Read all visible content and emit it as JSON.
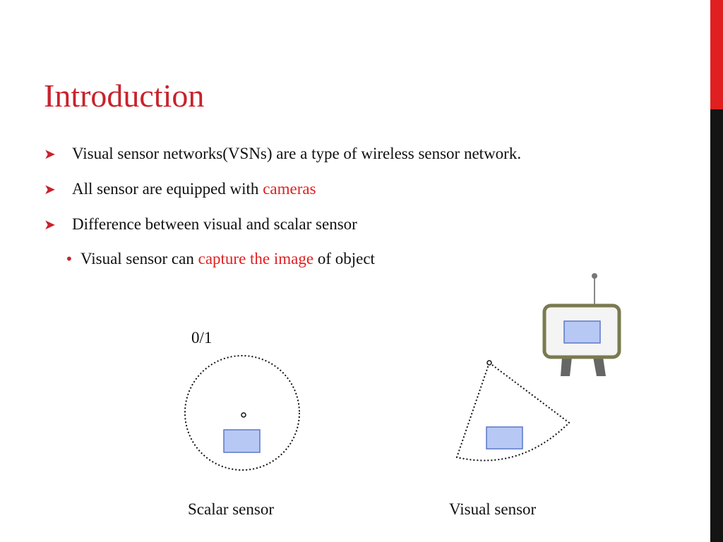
{
  "slide": {
    "title": "Introduction",
    "bullets": [
      {
        "text": "Visual sensor networks(VSNs) are a type of wireless sensor network."
      },
      {
        "text_before": "All sensor are equipped with ",
        "highlight": "cameras"
      },
      {
        "text": "Difference between visual and scalar sensor"
      }
    ],
    "sub_bullet": {
      "before": "Visual sensor can ",
      "highlight": "capture the image",
      "after": " of object"
    }
  },
  "diagram": {
    "binary_label": "0/1",
    "scalar_label": "Scalar sensor",
    "visual_label": "Visual sensor"
  },
  "colors": {
    "accent": "#c8232c",
    "highlight": "#e02020",
    "sensor_fill": "#b8c8f5",
    "sensor_stroke": "#5a78c8",
    "camera_frame": "#7a7a50"
  }
}
